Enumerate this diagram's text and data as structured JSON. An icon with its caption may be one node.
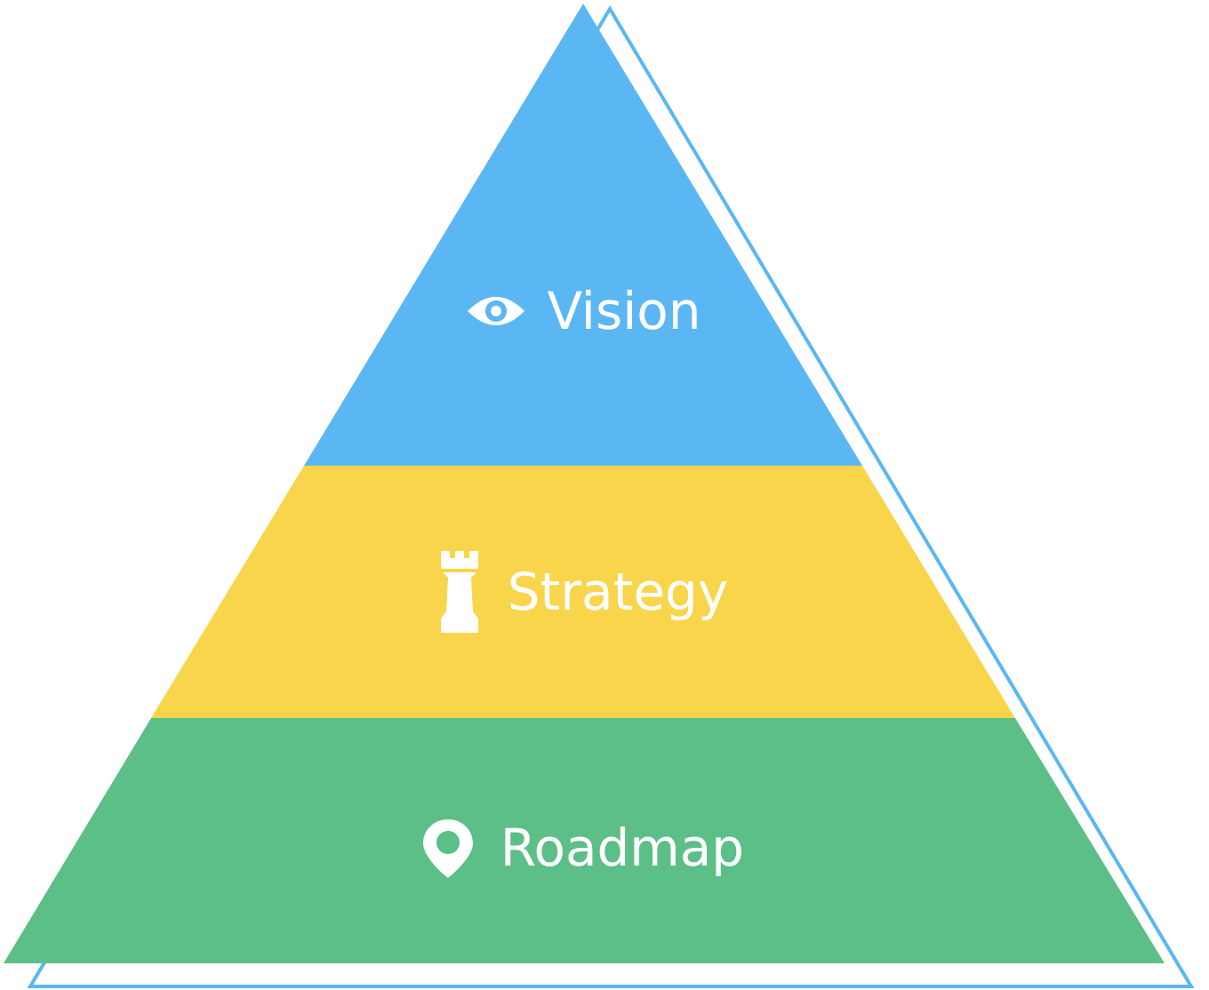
{
  "diagram": {
    "nodes": [
      {
        "text": [
          "Vision"
        ]
      },
      {
        "text": [
          "Strategy"
        ]
      },
      {
        "text": [
          "Roadmap"
        ]
      }
    ]
  }
}
